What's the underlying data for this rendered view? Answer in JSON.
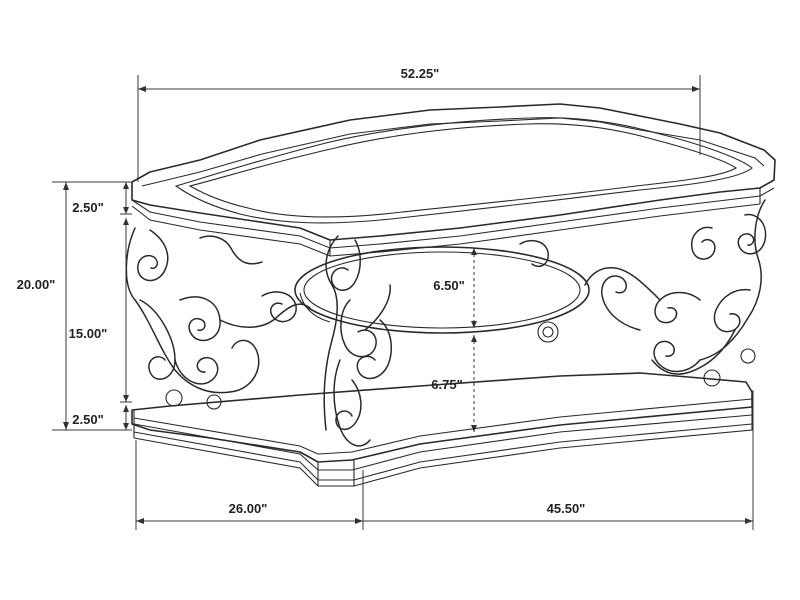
{
  "dimensions": {
    "overall_length": "52.25\"",
    "overall_height": "20.00\"",
    "top_thickness": "2.50\"",
    "leg_height": "15.00\"",
    "base_thickness": "2.50\"",
    "shelf_clearance_top": "6.50\"",
    "shelf_clearance_bottom": "6.75\"",
    "depth": "26.00\"",
    "base_length": "45.50\""
  }
}
